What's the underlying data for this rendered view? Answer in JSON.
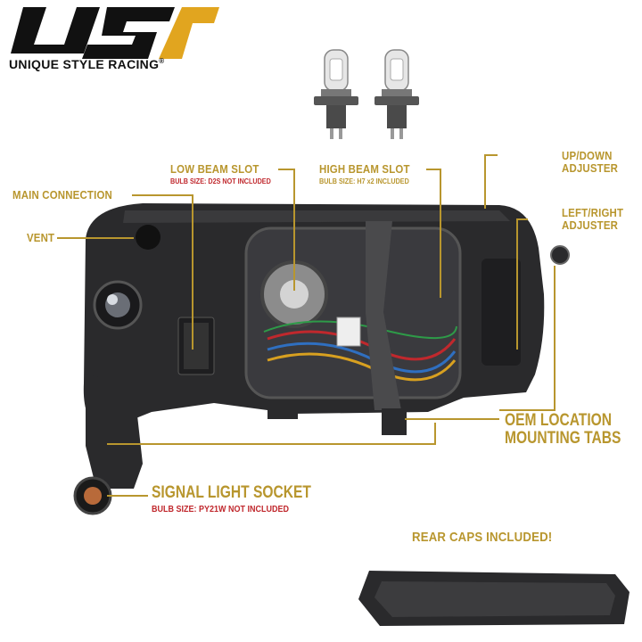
{
  "brand": {
    "logo_letters": "USR",
    "name": "UNIQUE STYLE RACING",
    "registered": "®"
  },
  "callouts": {
    "low_beam": {
      "title": "LOW BEAM SLOT",
      "note": "BULB SIZE: D2S NOT INCLUDED"
    },
    "high_beam": {
      "title": "HIGH BEAM SLOT",
      "note": "BULB SIZE: H7 x2 INCLUDED"
    },
    "up_down": {
      "line1": "UP/DOWN",
      "line2": "ADJUSTER"
    },
    "left_right": {
      "line1": "LEFT/RIGHT",
      "line2": "ADJUSTER"
    },
    "main_connection": "MAIN CONNECTION",
    "vent": "VENT",
    "oem_tabs": {
      "line1": "OEM LOCATION",
      "line2": "MOUNTING TABS"
    },
    "signal_socket": {
      "title": "SIGNAL LIGHT SOCKET",
      "note": "BULB SIZE: PY21W NOT INCLUDED"
    },
    "rear_caps": "REAR CAPS INCLUDED!"
  },
  "colors": {
    "gold": "#b8962e",
    "red_note": "#c0282d",
    "housing": "#2a2a2c",
    "logo_gold": "#e1a51f"
  }
}
